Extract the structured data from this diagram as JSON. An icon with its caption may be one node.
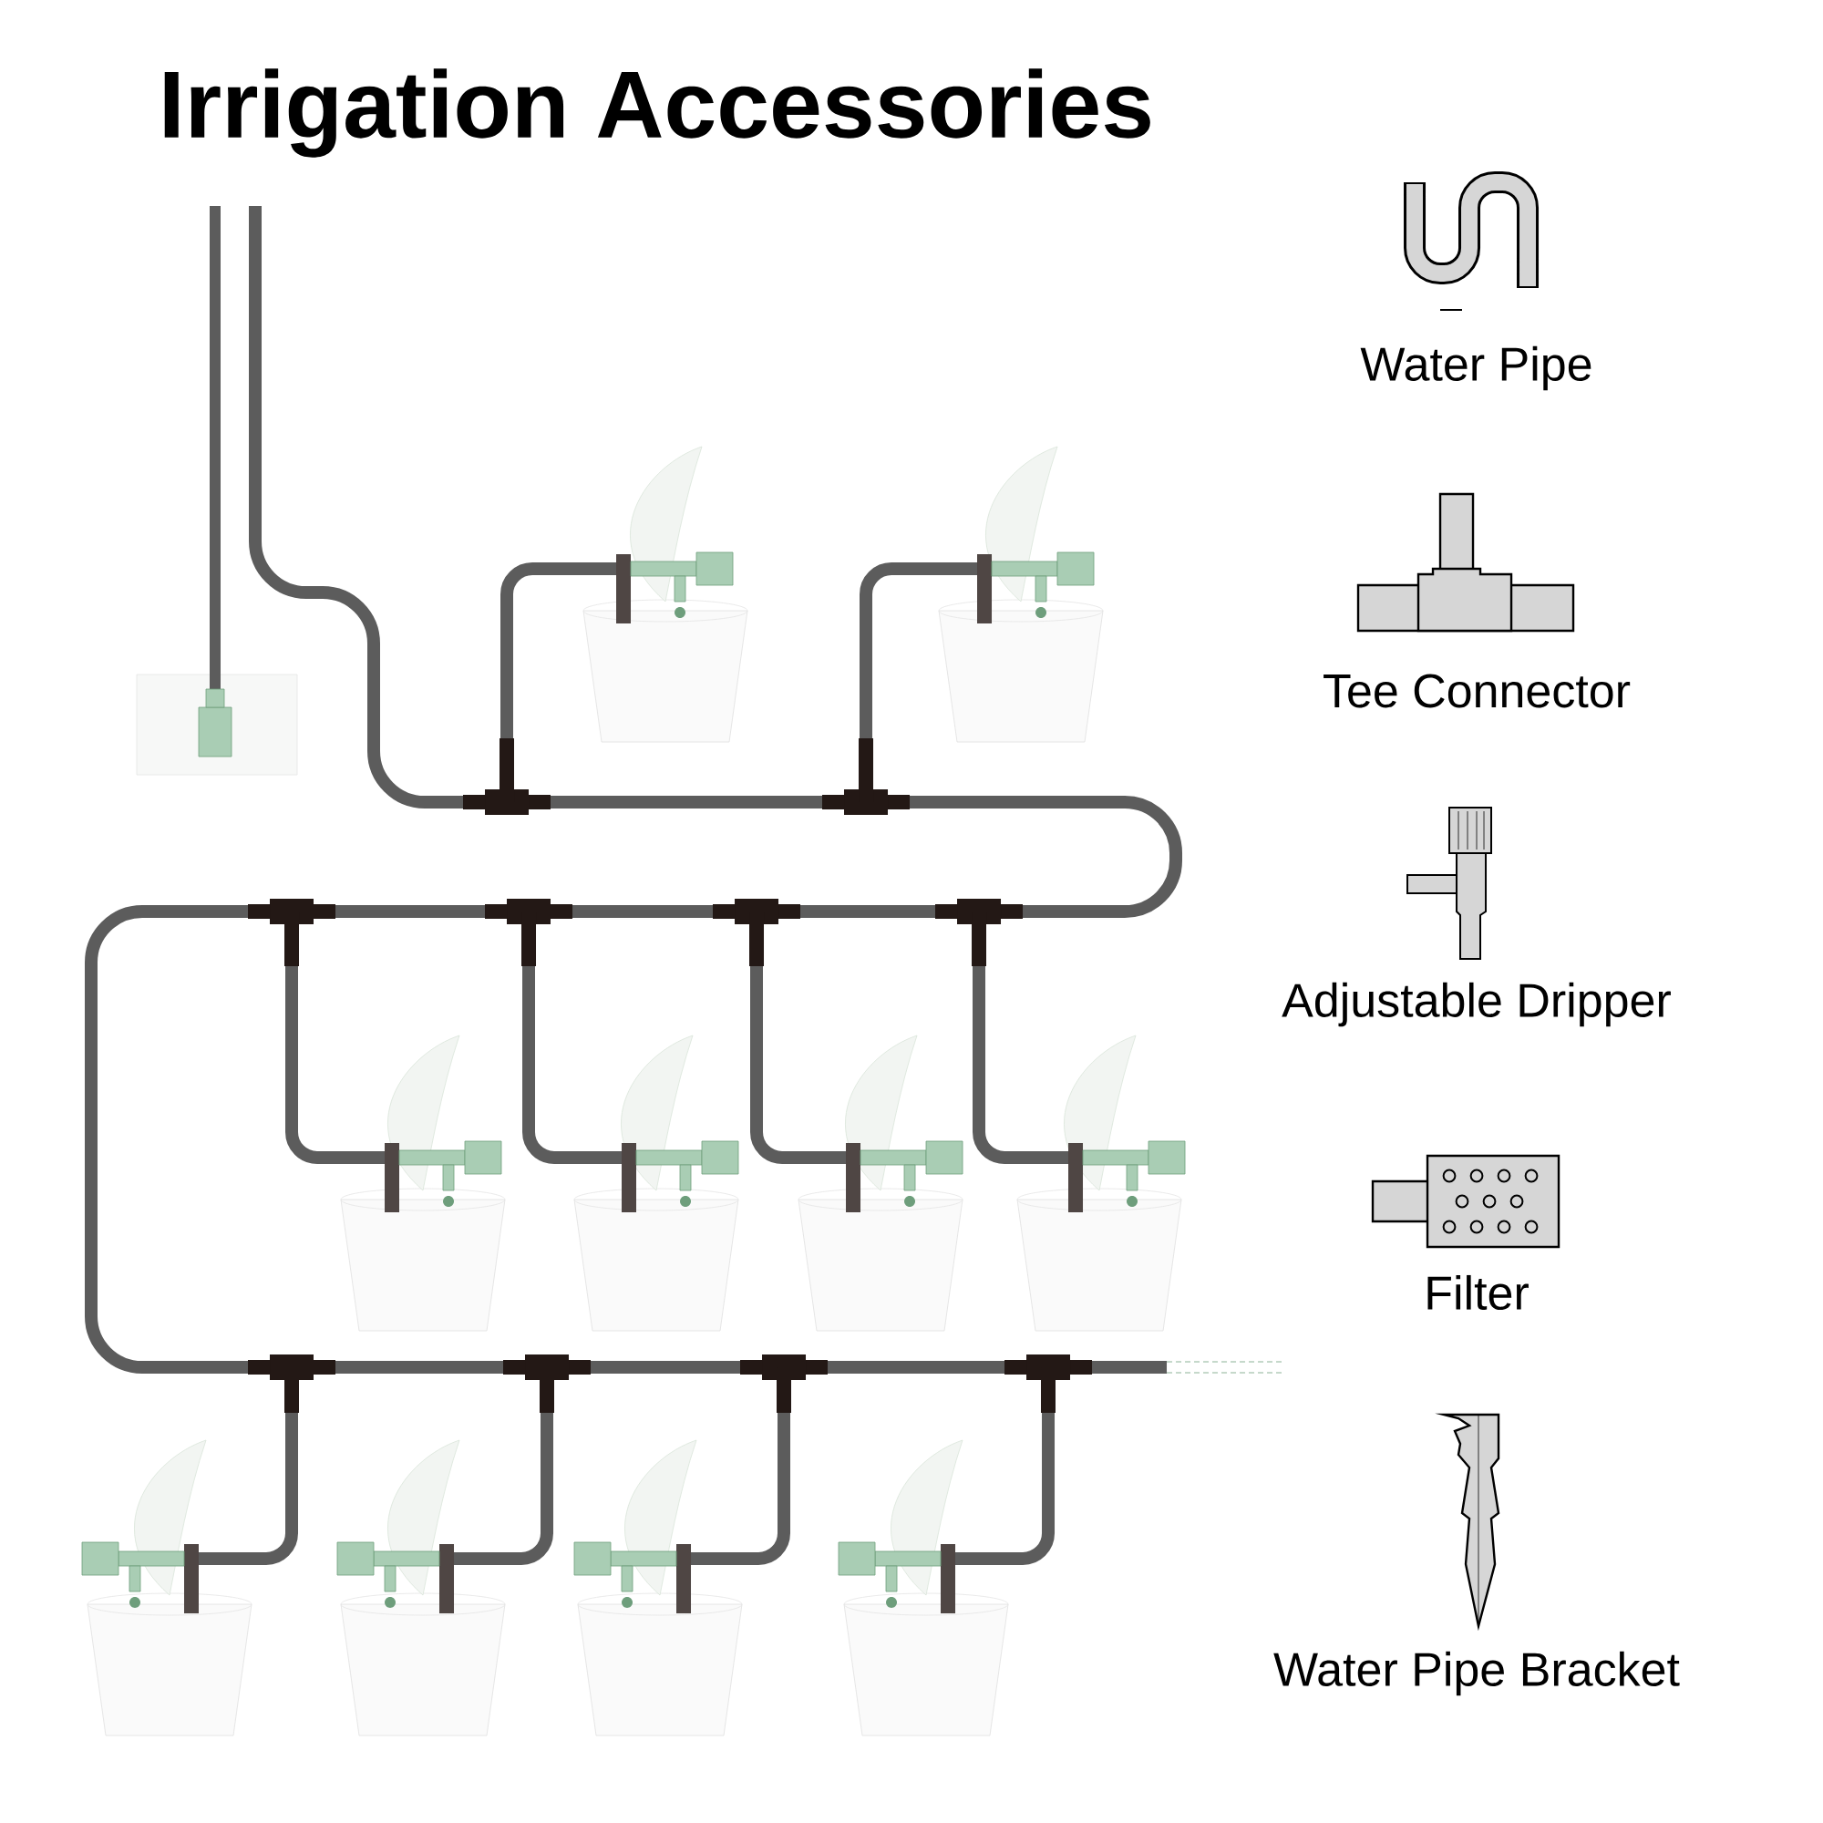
{
  "diagram": {
    "title": "Irrigation Accessories",
    "labels": [
      "Water Pipe",
      "Tee Connector",
      "Adjustable Dripper",
      "Filter",
      "Water Pipe Bracket"
    ]
  }
}
